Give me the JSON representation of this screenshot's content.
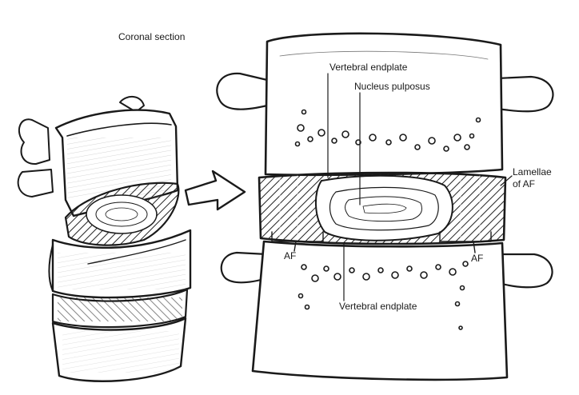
{
  "figure": {
    "title": "Coronal section",
    "labels": {
      "vertebral_endplate_top": "Vertebral endplate",
      "nucleus_pulposus": "Nucleus pulposus",
      "lamellae_of_af": "Lamellae of AF",
      "af_left": "AF",
      "af_right": "AF",
      "vertebral_endplate_bottom": "Vertebral endplate"
    }
  }
}
